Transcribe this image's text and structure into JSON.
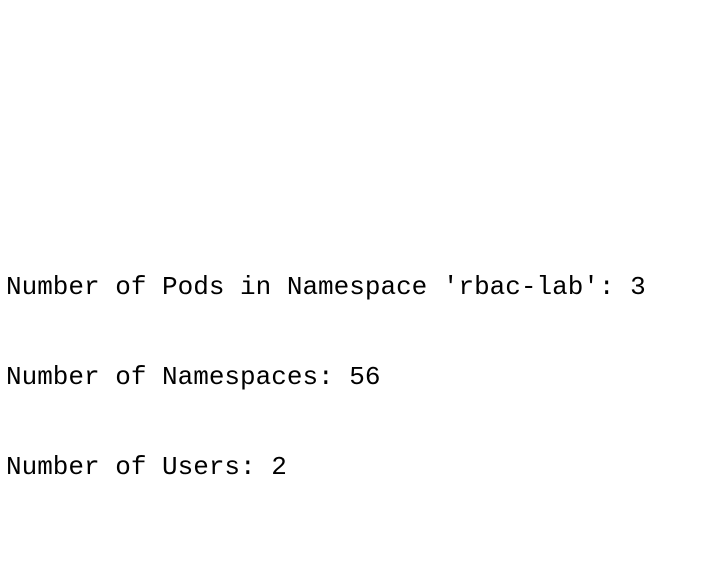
{
  "output": {
    "lines": [
      "Number of Pods in Namespace 'rbac-lab': 3",
      "Number of Namespaces: 56",
      "Number of Users: 2"
    ]
  }
}
